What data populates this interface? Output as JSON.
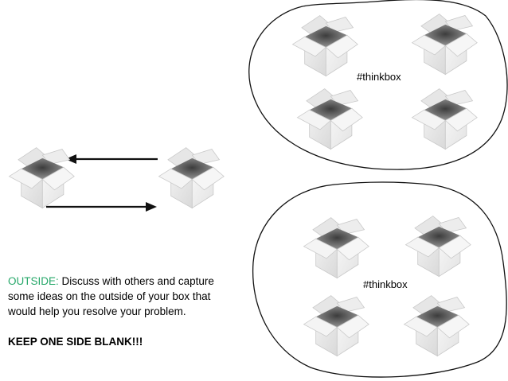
{
  "tags": {
    "top_group": "#thinkbox",
    "bottom_group": "#thinkbox"
  },
  "instructions": {
    "keyword": "OUTSIDE:",
    "body": " Discuss with others and capture some ideas on the outside of your box that would help you resolve your problem.",
    "warning": "KEEP ONE SIDE BLANK!!!"
  },
  "colors": {
    "keyword": "#27a86a",
    "box_face": "#e9e9e9",
    "box_shadow": "#cfcfcf",
    "box_inner": "#5a5a5a",
    "ink": "#111111"
  },
  "icons": {
    "box": "open-cardboard-box-icon",
    "arrow": "long-arrow",
    "loop": "hand-drawn-loop"
  }
}
